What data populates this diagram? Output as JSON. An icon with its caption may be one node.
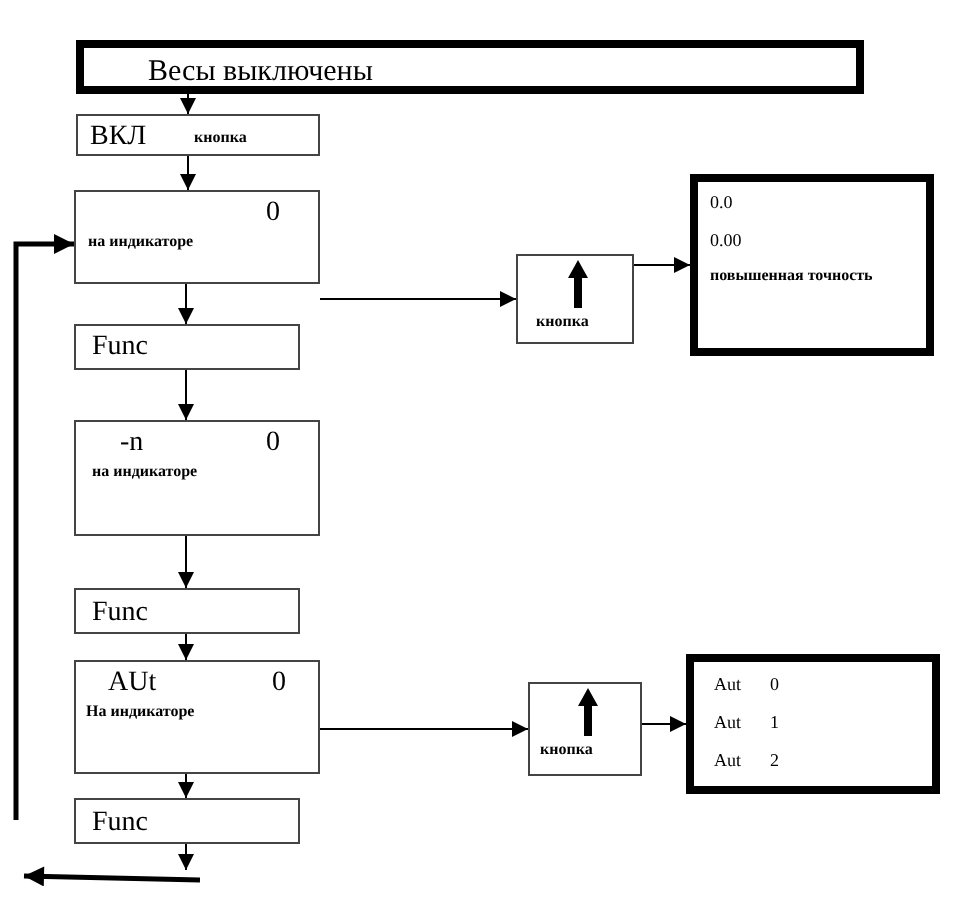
{
  "diagram": {
    "nodes": [
      {
        "text": [
          "Весы выключены"
        ]
      },
      {
        "text": [
          "ВКЛ",
          "кнопка"
        ]
      },
      {
        "text": [
          "0",
          "на индикаторе"
        ]
      },
      {
        "text": [
          "кнопка"
        ]
      },
      {
        "text": [
          "0.0",
          "0.00",
          "повышенная точность"
        ]
      },
      {
        "text": [
          "Func"
        ]
      },
      {
        "text": [
          "-n",
          "0",
          "на индикаторе"
        ]
      },
      {
        "text": [
          "Func"
        ]
      },
      {
        "text": [
          "AUt",
          "0",
          "На индикаторе"
        ]
      },
      {
        "text": [
          "кнопка"
        ]
      },
      {
        "text": [
          "Aut",
          "0",
          "Aut",
          "1",
          "Aut",
          "2"
        ]
      },
      {
        "text": [
          "Func"
        ]
      }
    ],
    "edges": [
      {
        "from": 0,
        "to": 1,
        "arrow": "to"
      },
      {
        "from": 1,
        "to": 2,
        "arrow": "to"
      },
      {
        "from": 2,
        "to": 3,
        "arrow": "to"
      },
      {
        "from": 3,
        "to": 4,
        "arrow": "to"
      },
      {
        "from": 2,
        "to": 5,
        "arrow": "to"
      },
      {
        "from": 5,
        "to": 6,
        "arrow": "to"
      },
      {
        "from": 6,
        "to": 7,
        "arrow": "to"
      },
      {
        "from": 7,
        "to": 8,
        "arrow": "to"
      },
      {
        "from": 8,
        "to": 9,
        "arrow": "to"
      },
      {
        "from": 9,
        "to": 10,
        "arrow": "to"
      },
      {
        "from": 8,
        "to": 11,
        "arrow": "to"
      },
      {
        "from": 11,
        "to": null,
        "arrow": "to"
      },
      {
        "from": null,
        "to": 2,
        "arrow": "to",
        "style": "thick"
      }
    ]
  }
}
